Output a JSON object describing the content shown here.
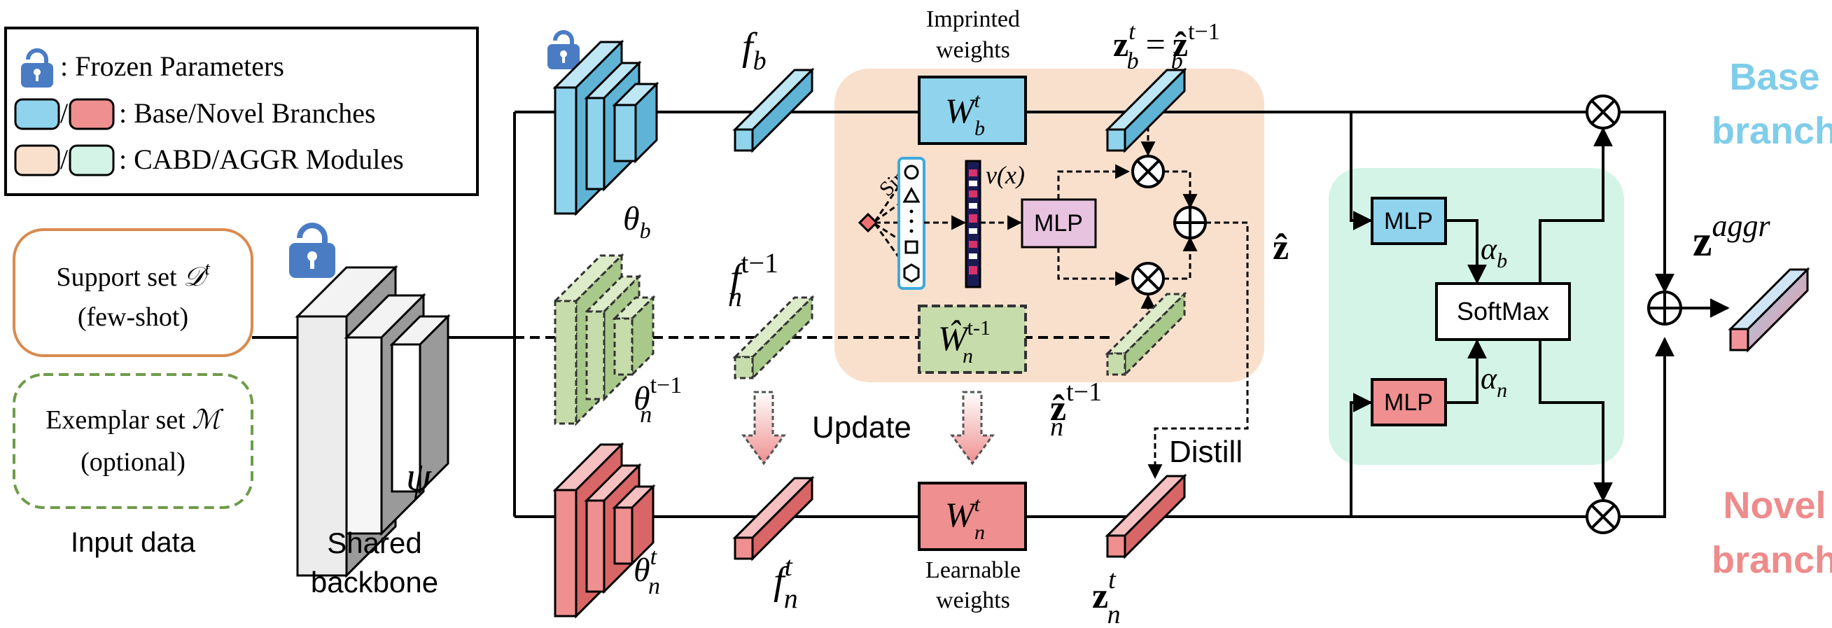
{
  "legend": {
    "frozen": ": Frozen Parameters",
    "branches": ": Base/Novel Branches",
    "modules": ": CABD/AGGR Modules",
    "slash": "/"
  },
  "inputs": {
    "support_line1": "Support set ",
    "support_sym": "𝒟",
    "support_sup": "t",
    "support_line2": "(few-shot)",
    "exemplar_line1": "Exemplar set ",
    "exemplar_sym": "ℳ",
    "exemplar_line2": "(optional)",
    "caption": "Input data"
  },
  "backbone": {
    "symbol": "ψ",
    "caption_line1": "Shared",
    "caption_line2": "backbone"
  },
  "encoders": {
    "base": {
      "sym": "θ",
      "sub": "b",
      "sup": ""
    },
    "old": {
      "sym": "θ",
      "sub": "n",
      "sup": "t−1"
    },
    "novel": {
      "sym": "θ",
      "sub": "n",
      "sup": "t"
    }
  },
  "features": {
    "fb": {
      "sym": "f",
      "sub": "b",
      "sup": ""
    },
    "fn_old": {
      "sym": "f",
      "sub": "n",
      "sup": "t−1"
    },
    "fn": {
      "sym": "f",
      "sub": "n",
      "sup": "t"
    }
  },
  "cabd": {
    "imprinted_line1": "Imprinted",
    "imprinted_line2": "weights",
    "wb": {
      "sym": "W",
      "sub": "b",
      "sup": "t"
    },
    "wn_hat": {
      "sym": "Ŵ",
      "sub": "n",
      "sup": "t-1"
    },
    "sim": "Sim",
    "vx": "v(x)",
    "mlp": "MLP",
    "z_hat": "ẑ",
    "zb": {
      "lhs": "z",
      "sub": "b",
      "sup": "t",
      "eq": "=",
      "rhs": "ẑ",
      "rhs_sub": "b",
      "rhs_sup": "t−1"
    },
    "zn_hat": {
      "sym": "ẑ",
      "sub": "n",
      "sup": "t−1"
    }
  },
  "novel_row": {
    "update": "Update",
    "distill": "Distill",
    "wn": {
      "sym": "W",
      "sub": "n",
      "sup": "t"
    },
    "learnable_line1": "Learnable",
    "learnable_line2": "weights",
    "zn": {
      "sym": "z",
      "sub": "n",
      "sup": "t"
    }
  },
  "aggr": {
    "mlp_top": "MLP",
    "mlp_bottom": "MLP",
    "softmax": "SoftMax",
    "alpha_b": {
      "sym": "α",
      "sub": "b"
    },
    "alpha_n": {
      "sym": "α",
      "sub": "n"
    },
    "z_aggr": {
      "sym": "z",
      "sup": "aggr"
    }
  },
  "branch_labels": {
    "base_line1": "Base",
    "base_line2": "branch",
    "novel_line1": "Novel",
    "novel_line2": "branch"
  },
  "colors": {
    "base": "#8fd3ec",
    "novel": "#ef8f8f",
    "old": "#c6dcab",
    "cabd_bg": "#f9e0cd",
    "aggr_bg": "#d3f4e6",
    "lock": "#4a7cc4",
    "mlp_pink": "#e8c3e0",
    "base_label": "#7fcdea",
    "novel_label": "#ee8b8b"
  }
}
